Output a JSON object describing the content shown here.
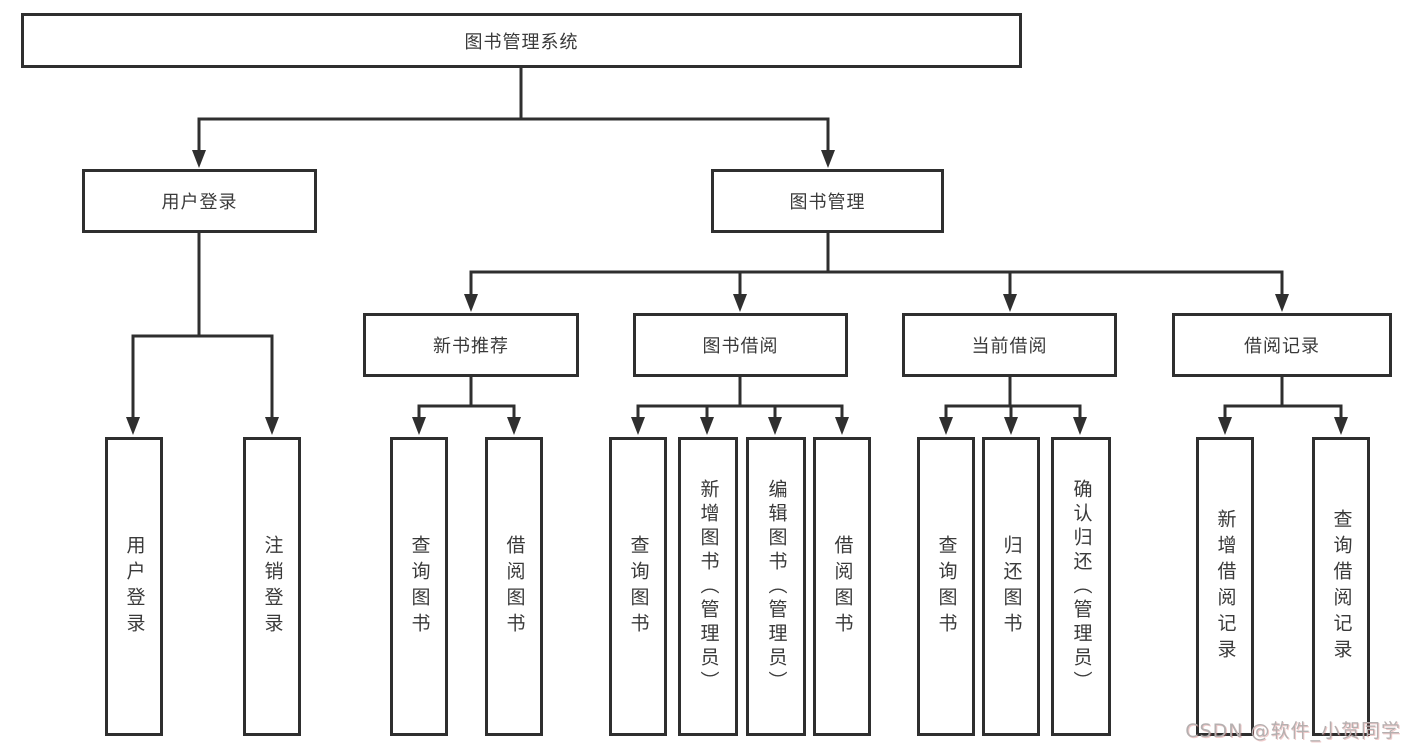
{
  "tree": {
    "root": {
      "label": "图书管理系统"
    },
    "branches": [
      {
        "label": "用户登录",
        "children": [
          {
            "label": "用户登录"
          },
          {
            "label": "注销登录"
          }
        ]
      },
      {
        "label": "图书管理",
        "children": [
          {
            "label": "新书推荐",
            "children": [
              {
                "label": "查询图书"
              },
              {
                "label": "借阅图书"
              }
            ]
          },
          {
            "label": "图书借阅",
            "children": [
              {
                "label": "查询图书"
              },
              {
                "label": "新增图书（管理员）"
              },
              {
                "label": "编辑图书（管理员）"
              },
              {
                "label": "借阅图书"
              }
            ]
          },
          {
            "label": "当前借阅",
            "children": [
              {
                "label": "查询图书"
              },
              {
                "label": "归还图书"
              },
              {
                "label": "确认归还（管理员）"
              }
            ]
          },
          {
            "label": "借阅记录",
            "children": [
              {
                "label": "新增借阅记录"
              },
              {
                "label": "查询借阅记录"
              }
            ]
          }
        ]
      }
    ]
  },
  "watermark": {
    "text": "CSDN @软件_小贺同学"
  },
  "colors": {
    "line": "#2f2f2f",
    "box_border": "#2f2f2f",
    "box_fill": "#ffffff",
    "text": "#3a3a3a",
    "watermark": "#b5b0b0",
    "background": "#ffffff"
  }
}
